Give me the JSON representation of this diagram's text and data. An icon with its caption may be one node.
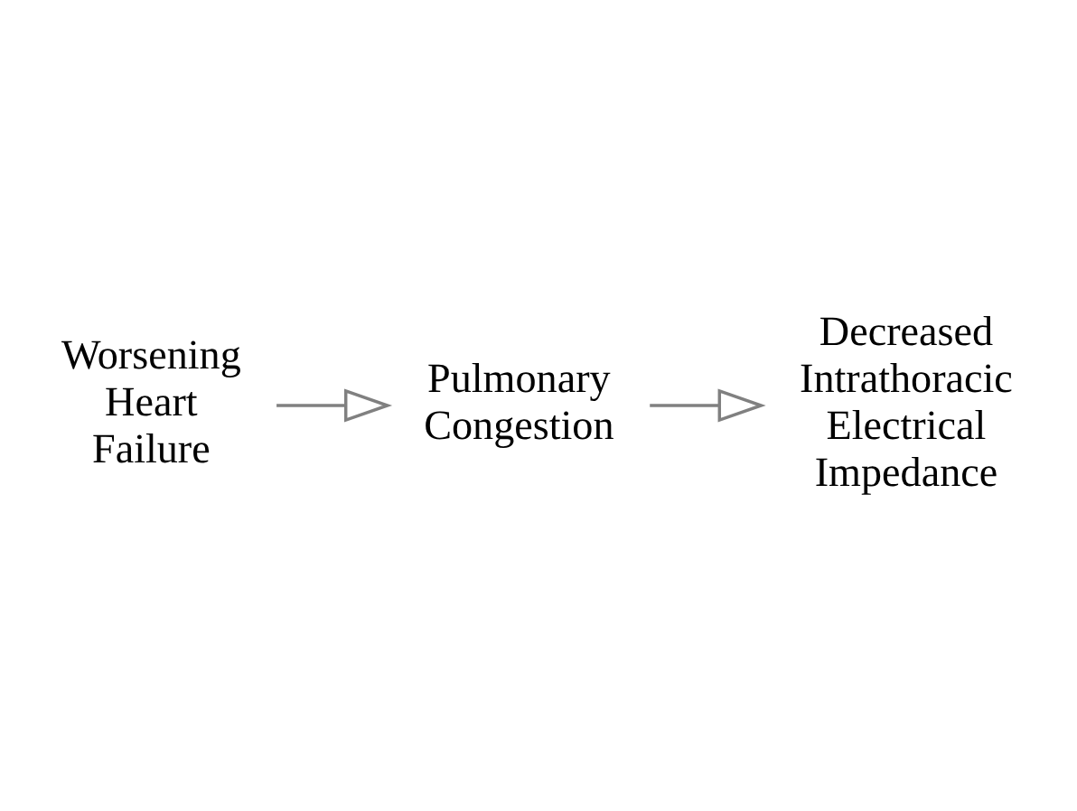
{
  "diagram": {
    "nodes": [
      {
        "text": [
          "Worsening Heart Failure"
        ]
      },
      {
        "text": [
          "Pulmonary Congestion"
        ]
      },
      {
        "text": [
          "Decreased Intrathoracic Electrical Impedance"
        ]
      }
    ],
    "edges": [
      {
        "from": 0,
        "to": 1,
        "arrow": "to"
      },
      {
        "from": 1,
        "to": 2,
        "arrow": "to"
      }
    ]
  }
}
